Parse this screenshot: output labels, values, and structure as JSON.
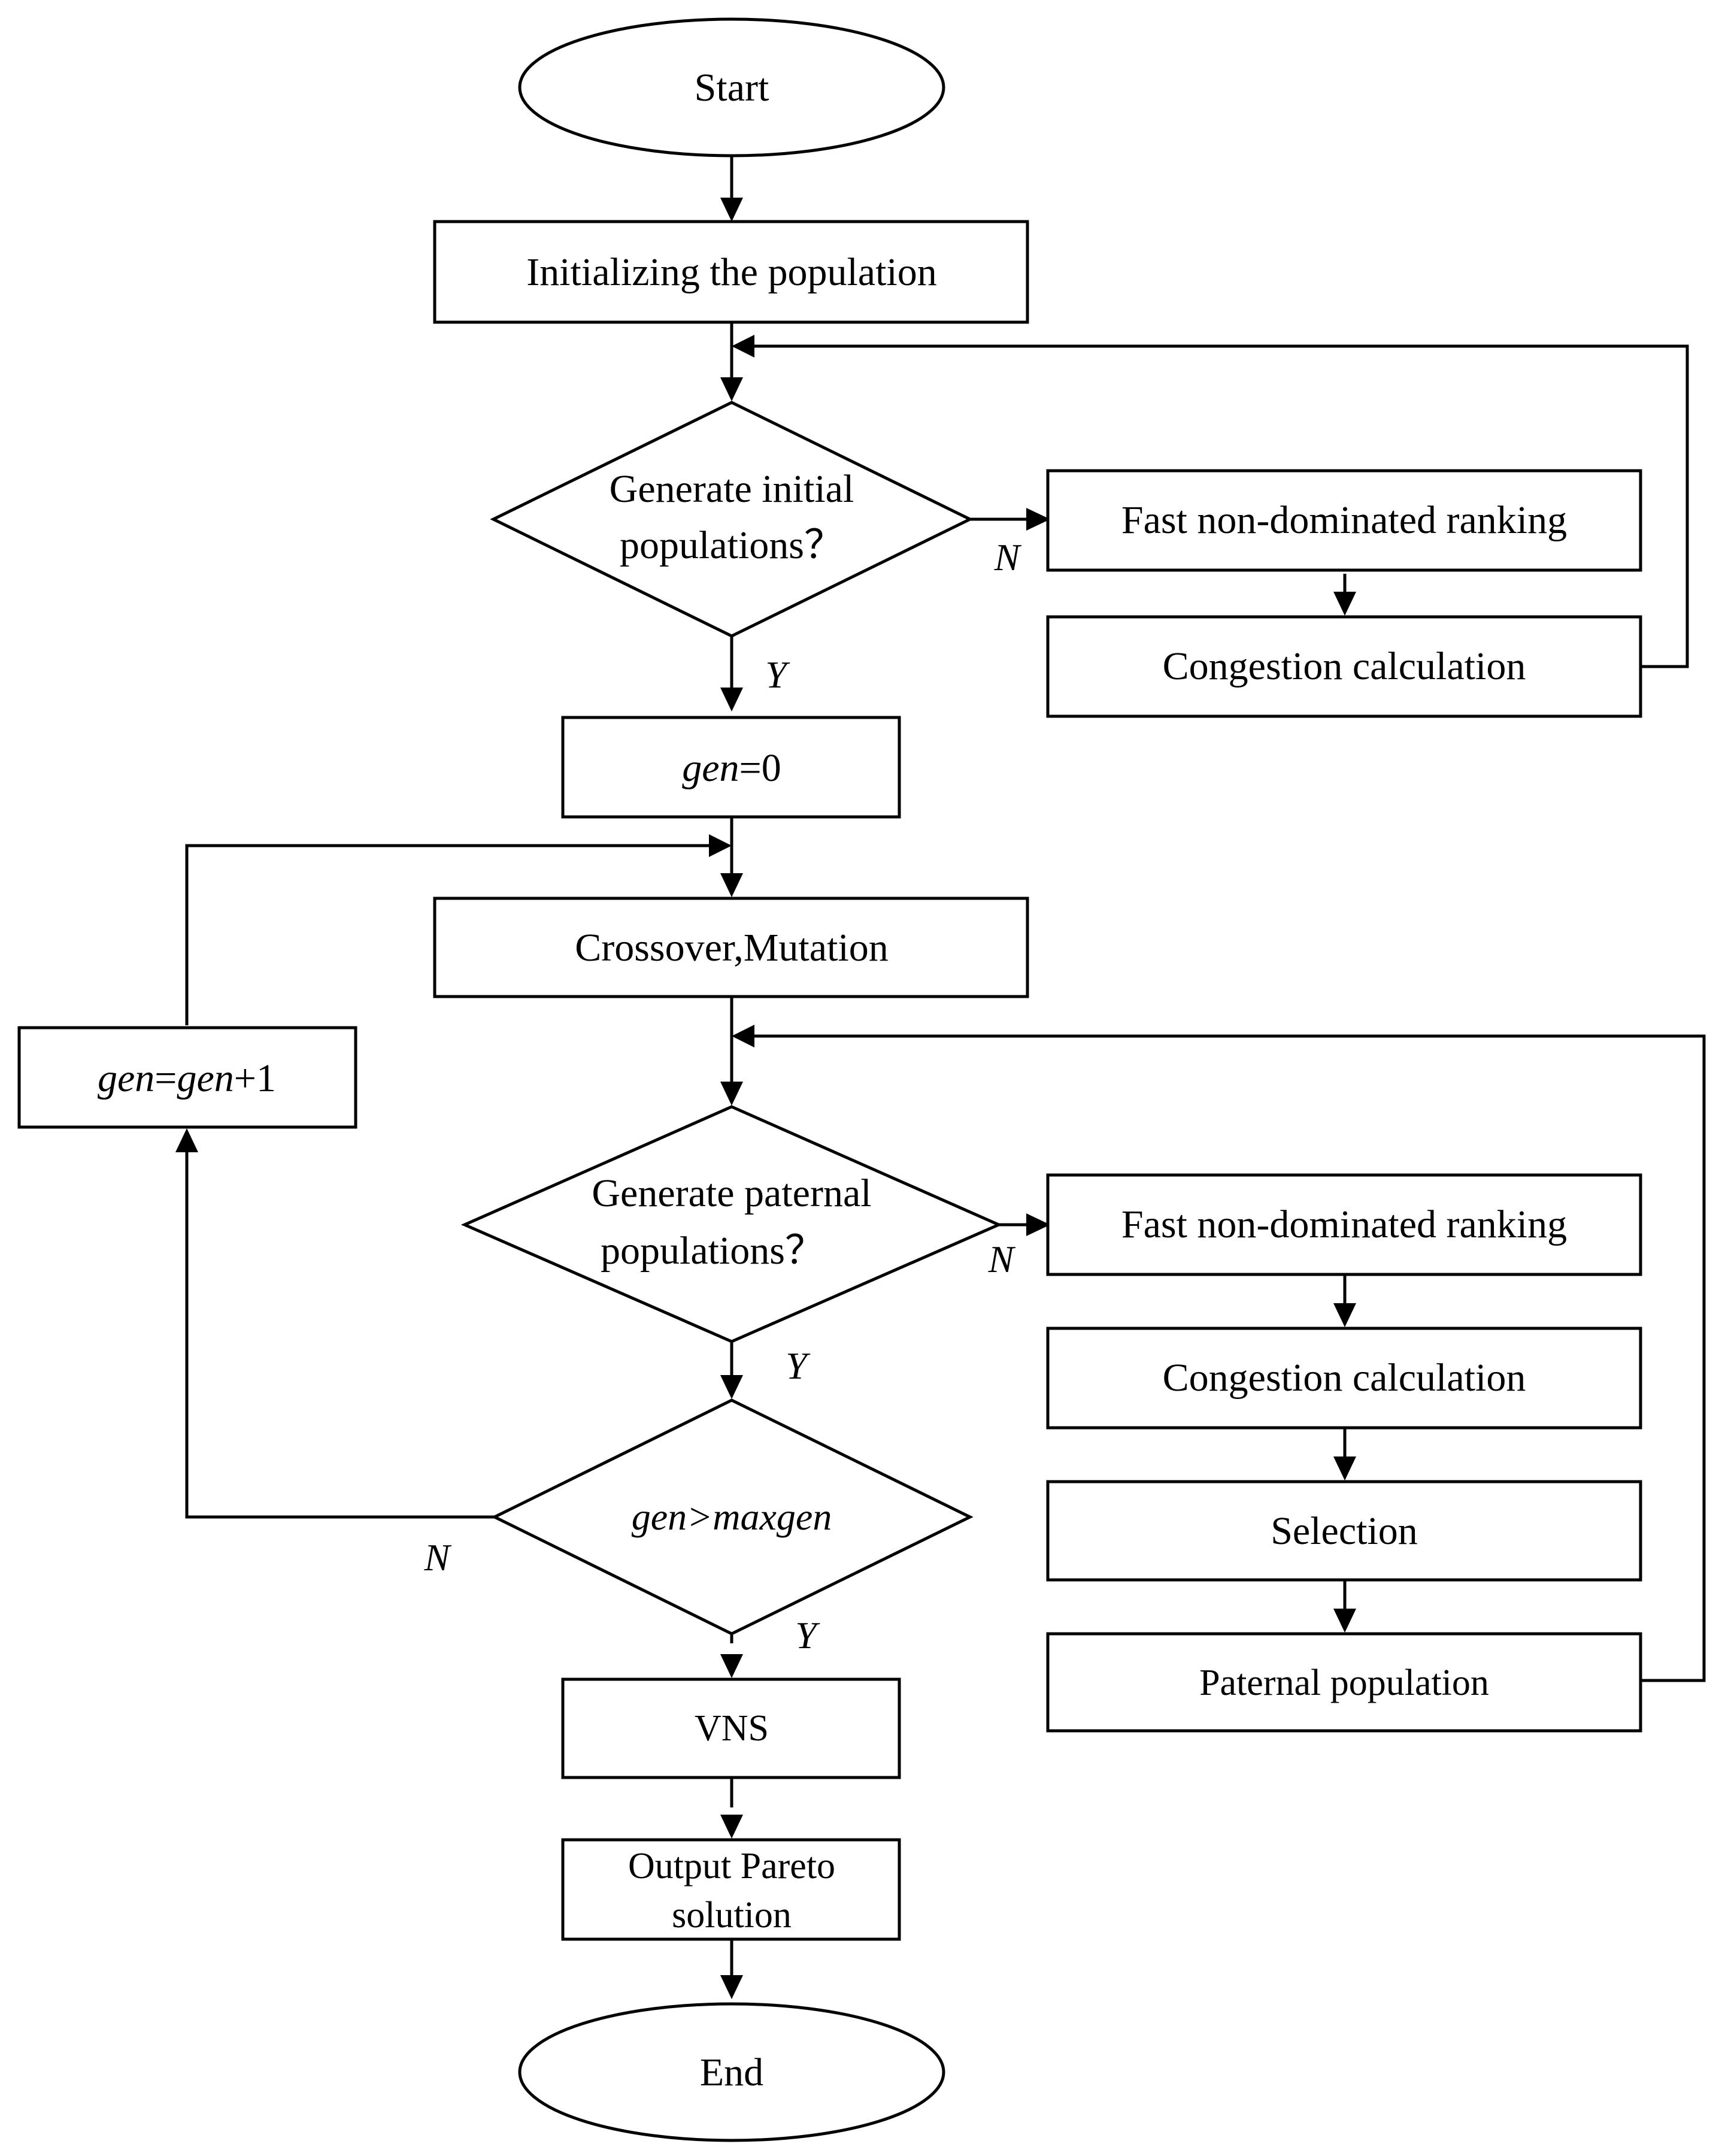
{
  "nodes": {
    "start": "Start",
    "init": "Initializing the population",
    "decision_initial_line1": "Generate initial",
    "decision_initial_line2": "populations？",
    "fast_rank_1": "Fast non-dominated ranking",
    "congestion_1": "Congestion calculation",
    "gen_zero_var": "gen",
    "gen_zero_rest": "=0",
    "crossover": "Crossover,Mutation",
    "gen_inc_var1": "gen",
    "gen_inc_eq": "=",
    "gen_inc_var2": "gen",
    "gen_inc_rest": "+1",
    "decision_paternal_line1": "Generate paternal",
    "decision_paternal_line2": "populations？",
    "fast_rank_2": "Fast non-dominated ranking",
    "congestion_2": "Congestion calculation",
    "selection": "Selection",
    "paternal_population": "Paternal population",
    "decision_maxgen": "gen>maxgen",
    "vns": "VNS",
    "output_line1": "Output Pareto",
    "output_line2": "solution",
    "end": "End"
  },
  "edge_labels": {
    "no_initial": "N",
    "yes_initial": "Y",
    "no_paternal": "N",
    "yes_paternal": "Y",
    "no_maxgen": "N",
    "yes_maxgen": "Y"
  }
}
